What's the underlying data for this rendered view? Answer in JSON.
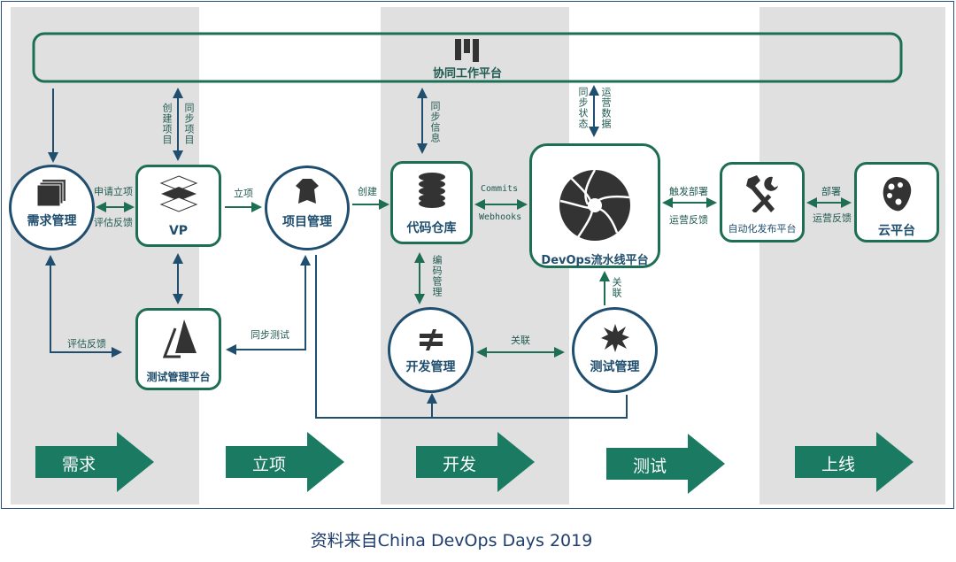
{
  "platform": {
    "title": "协同工作平台"
  },
  "nodes": {
    "demand": "需求管理",
    "vp": "VP",
    "project": "项目管理",
    "repo": "代码仓库",
    "pipeline": "DevOps流水线平台",
    "release": "自动化发布平台",
    "cloud": "云平台",
    "test_platform": "测试管理平台",
    "dev": "开发管理",
    "test": "测试管理"
  },
  "edges": {
    "create_project": "创建项目",
    "sync_project": "同步项目",
    "apply": "申请立项",
    "eval_feedback": "评估反馈",
    "approve": "立项",
    "create": "创建",
    "sync_info": "同步信息",
    "commits": "Commits",
    "webhooks": "Webhooks",
    "sync_status": "同步状态",
    "ops_data": "运营数据",
    "trigger_deploy": "触发部署",
    "ops_feedback": "运营反馈",
    "deploy": "部署",
    "ops_feedback2": "运营反馈",
    "code_mgmt": "编码管理",
    "relate": "关联",
    "relate2": "关联",
    "sync_test": "同步测试",
    "eval_feedback2": "评估反馈"
  },
  "stages": [
    "需求",
    "立项",
    "开发",
    "测试",
    "上线"
  ],
  "caption": "资料来自China DevOps Days 2019",
  "colors": {
    "green": "#1e6e55",
    "blue": "#1f4e6e",
    "arrow": "#1a7a62",
    "band": "#e0e0e0"
  }
}
